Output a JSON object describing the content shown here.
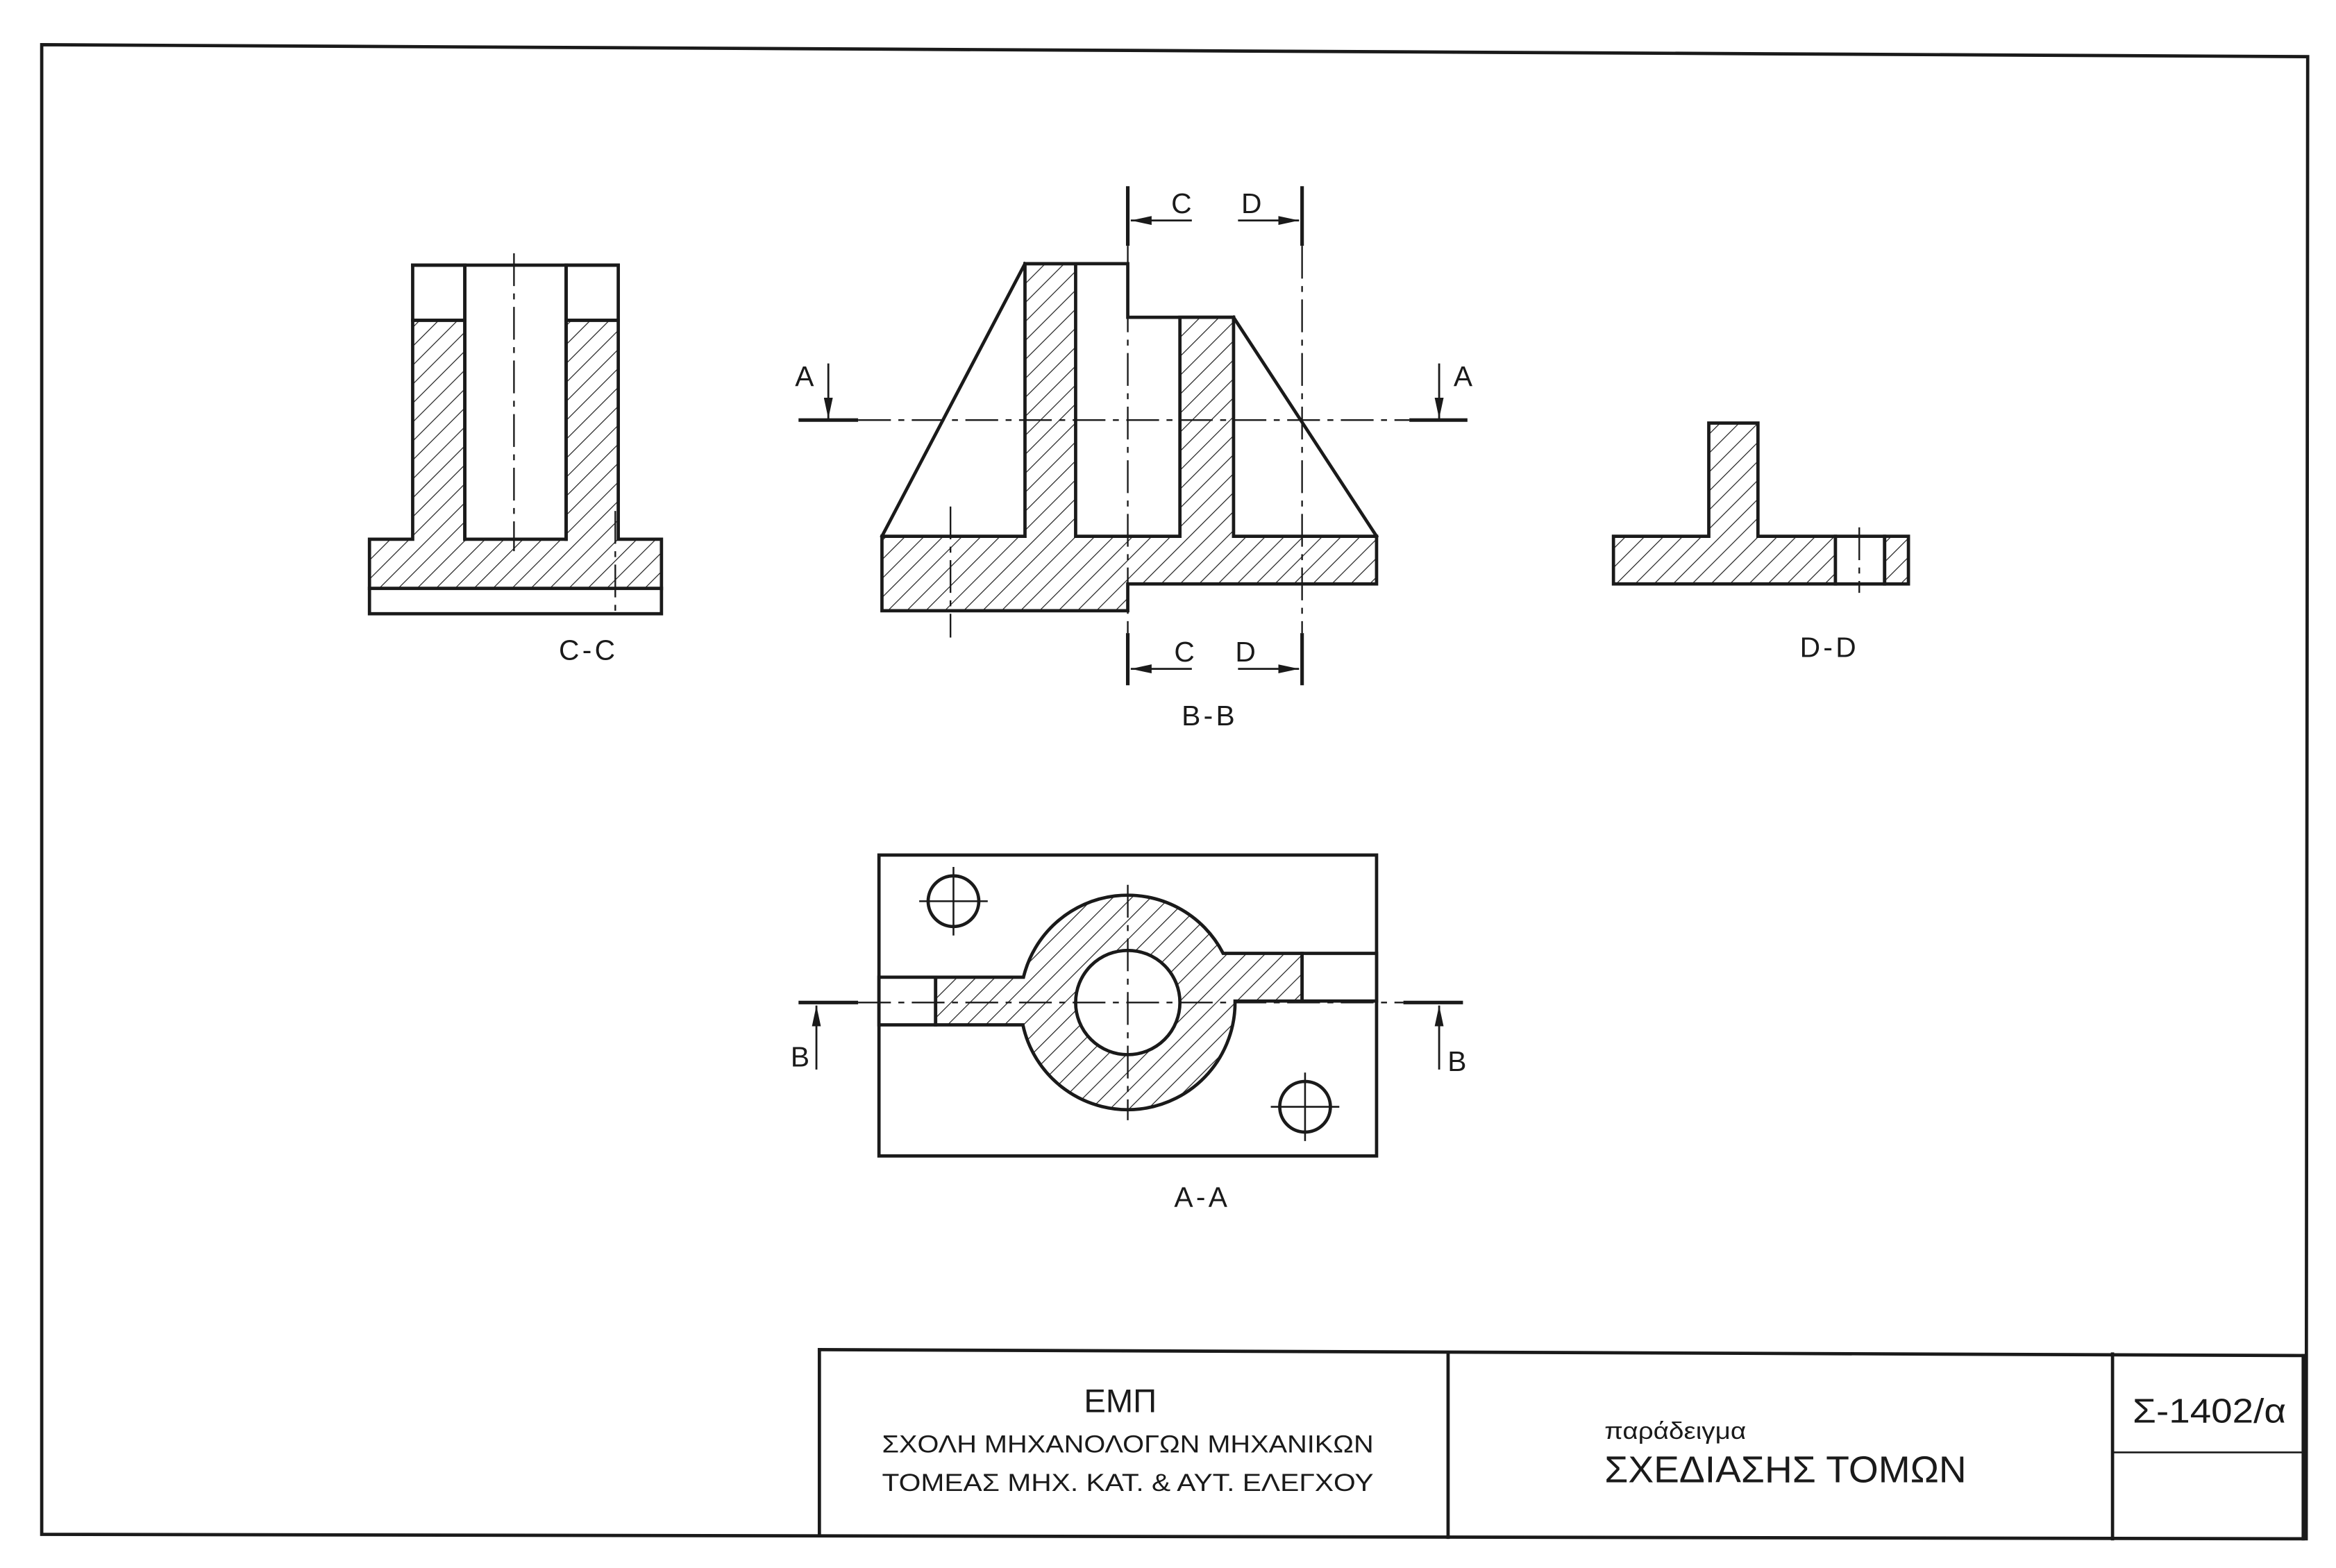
{
  "colors": {
    "ink": "#1a1a1a",
    "paper": "#ffffff"
  },
  "drawing": {
    "section_cc": {
      "label": "C-C"
    },
    "section_bb": {
      "label": "B-B",
      "cutting_plane_a": {
        "left": "A",
        "right": "A"
      },
      "cutting_plane_c": {
        "top": "C",
        "bottom": "C"
      },
      "cutting_plane_d": {
        "top": "D",
        "bottom": "D"
      }
    },
    "section_dd": {
      "label": "D-D"
    },
    "section_aa": {
      "label": "A-A",
      "cutting_plane_b": {
        "left": "B",
        "right": "B"
      }
    }
  },
  "title_block": {
    "institution": "ΕΜΠ",
    "school": "ΣΧΟΛΗ ΜΗΧΑΝΟΛΟΓΩΝ ΜΗΧΑΝΙΚΩΝ",
    "department": "ΤΟΜΕΑΣ ΜΗΧ. ΚΑΤ. & ΑΥΤ. ΕΛΕΓΧΟΥ",
    "caption": "παράδειγμα",
    "title": "ΣΧΕΔΙΑΣΗΣ ΤΟΜΩΝ",
    "drawing_number": "Σ-1402/α"
  }
}
